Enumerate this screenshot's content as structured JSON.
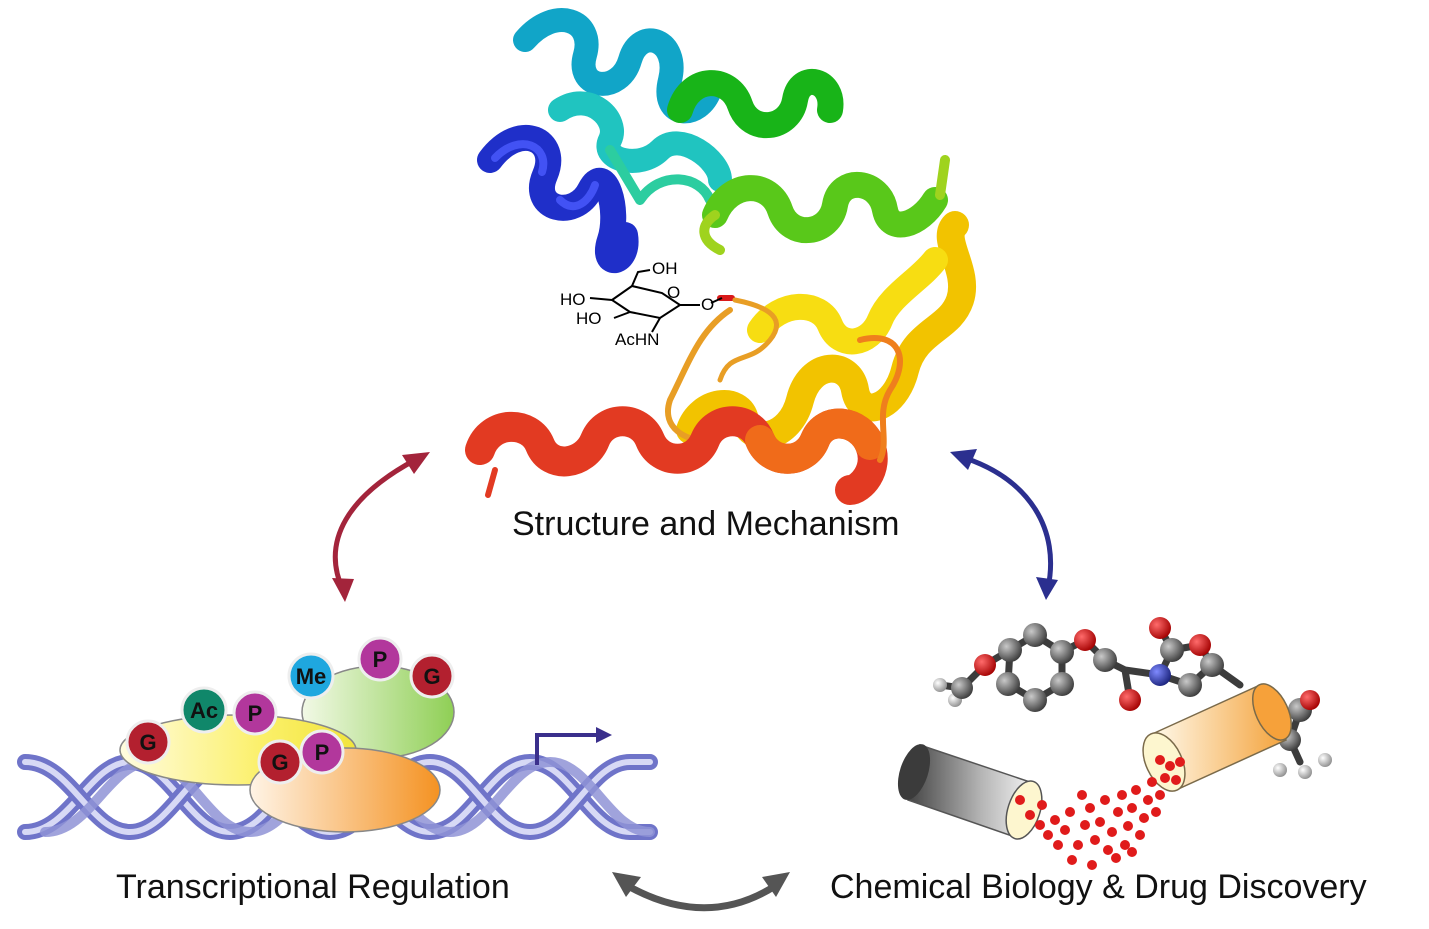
{
  "labels": {
    "structure": "Structure and Mechanism",
    "transcription": "Transcriptional Regulation",
    "chemical_biology": "Chemical Biology & Drug Discovery"
  },
  "sugar": {
    "oh_top": "OH",
    "ho_left1": "HO",
    "ho_left2": "HO",
    "ring_o": "O",
    "glyco_o": "O",
    "achn": "AcHN"
  },
  "ptm_marks": {
    "g1": "G",
    "ac": "Ac",
    "p1": "P",
    "me": "Me",
    "p2": "P",
    "g2": "G",
    "g3": "G",
    "p3": "P"
  },
  "colors": {
    "arrow_red": "#a3243b",
    "arrow_blue": "#2b2f8f",
    "arrow_gray": "#555555",
    "ptm_g": "#b3202f",
    "ptm_p": "#b2379c",
    "ptm_ac": "#10876a",
    "ptm_me": "#1fa7df",
    "dna": "#8f93d6"
  }
}
